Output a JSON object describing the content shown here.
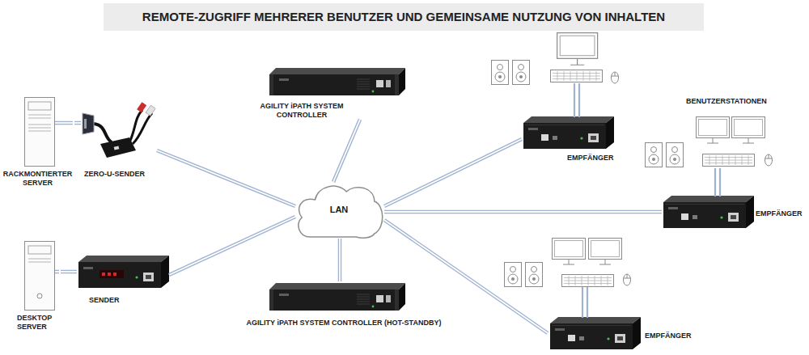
{
  "diagram": {
    "title": "REMOTE-ZUGRIFF MEHRERER BENUTZER UND GEMEINSAME NUTZUNG VON INHALTEN",
    "nodes": [
      {
        "text": [
          "AGILITY iPATH SYSTEM CONTROLLER"
        ]
      },
      {
        "text": [
          "EMPFÄNGER"
        ]
      },
      {
        "text": [
          "RACKMONTIERTER SERVER"
        ]
      },
      {
        "text": [
          "ZERO-U-SENDER"
        ]
      },
      {
        "text": [
          "EMPFÄNGER"
        ]
      },
      {
        "text": [
          "LAN"
        ]
      },
      {
        "text": [
          "DESKTOP SERVER"
        ]
      },
      {
        "text": [
          "SENDER"
        ]
      },
      {
        "text": [
          "AGILITY iPATH SYSTEM CONTROLLER (HOT-STANDBY)"
        ]
      },
      {
        "text": [
          "EMPFÄNGER"
        ]
      }
    ],
    "edges": [
      {
        "from": 0,
        "to": 5,
        "arrow": "none"
      },
      {
        "from": 5,
        "to": 1,
        "arrow": "none"
      },
      {
        "from": 2,
        "to": 3,
        "arrow": "none"
      },
      {
        "from": 3,
        "to": 5,
        "arrow": "none"
      },
      {
        "from": 5,
        "to": 4,
        "arrow": "none"
      },
      {
        "from": 6,
        "to": 7,
        "arrow": "none"
      },
      {
        "from": 7,
        "to": 5,
        "arrow": "none"
      },
      {
        "from": 5,
        "to": 8,
        "arrow": "none"
      },
      {
        "from": 5,
        "to": 9,
        "arrow": "none"
      }
    ],
    "labels": [
      "BENUTZERSTATIONEN"
    ]
  }
}
